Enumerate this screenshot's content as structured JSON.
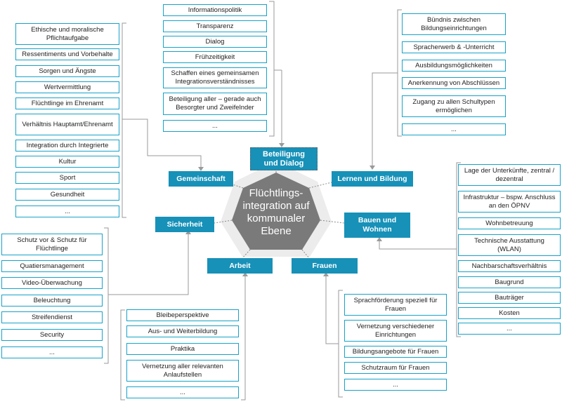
{
  "center": {
    "title": "Flüchtlings-integration auf kommunaler Ebene"
  },
  "topics": {
    "beteiligung": "Beteiligung und Dialog",
    "gemeinschaft": "Gemeinschaft",
    "lernen": "Lernen und Bildung",
    "sicherheit": "Sicherheit",
    "bauen": "Bauen und Wohnen",
    "arbeit": "Arbeit",
    "frauen": "Frauen"
  },
  "lists": {
    "beteiligung": [
      "Informationspolitik",
      "Transparenz",
      "Dialog",
      "Frühzeitigkeit",
      "Schaffen eines gemeinsamen Integrationsverständnisses",
      "Beteiligung aller – gerade auch Besorgter und Zweifelnder",
      "..."
    ],
    "gemeinschaft": [
      "Ethische und moralische Pflichtaufgabe",
      "Ressentiments und Vorbehalte",
      "Sorgen und Ängste",
      "Wertvermittlung",
      "Flüchtlinge im Ehrenamt",
      "Verhältnis Hauptamt/Ehrenamt",
      "Integration durch Integrierte",
      "Kultur",
      "Sport",
      "Gesundheit",
      "..."
    ],
    "lernen": [
      "Bündnis zwischen Bildungseinrichtungen",
      "Spracherwerb & -Unterricht",
      "Ausbildungsmöglichkeiten",
      "Anerkennung von Abschlüssen",
      "Zugang zu allen Schultypen ermöglichen",
      "..."
    ],
    "bauen": [
      "Lage der Unterkünfte, zentral / dezentral",
      "Infrastruktur – bspw. Anschluss an den ÖPNV",
      "Wohnbetreuung",
      "Technische Ausstattung (WLAN)",
      "Nachbarschaftsverhältnis",
      "Baugrund",
      "Bauträger",
      "Kosten",
      "..."
    ],
    "sicherheit": [
      "Schutz vor & Schutz für Flüchtlinge",
      "Quatiersmanagement",
      "Video-Überwachung",
      "Beleuchtung",
      "Streifendienst",
      "Security",
      "..."
    ],
    "arbeit": [
      "Bleibeperspektive",
      "Aus- und Weiterbildung",
      "Praktika",
      "Vernetzung aller relevanten Anlaufstellen",
      "..."
    ],
    "frauen": [
      "Sprachförderung speziell für Frauen",
      "Vernetzung verschiedener Einrichtungen",
      "Bildungsangebote für Frauen",
      "Schutzraum für Frauen",
      "..."
    ]
  }
}
